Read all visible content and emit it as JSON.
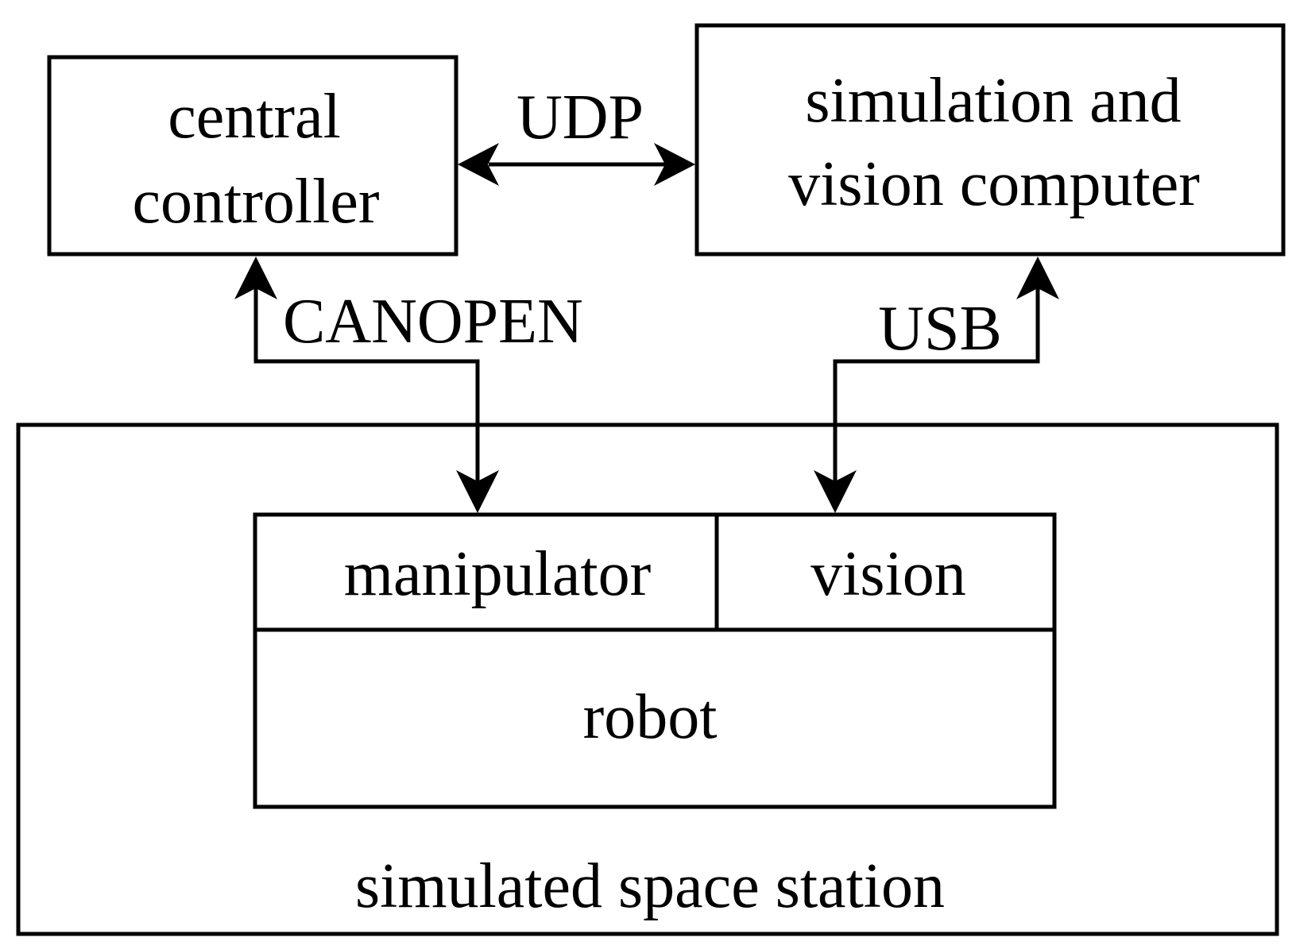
{
  "nodes": {
    "central_controller": {
      "line1": "central",
      "line2": "controller"
    },
    "simulation_vision_computer": {
      "line1": "simulation and",
      "line2": "vision computer"
    },
    "simulated_space_station": {
      "label": "simulated space station"
    },
    "manipulator": {
      "label": "manipulator"
    },
    "vision": {
      "label": "vision"
    },
    "robot": {
      "label": "robot"
    }
  },
  "edges": {
    "udp": {
      "label": "UDP",
      "direction": "bidirectional"
    },
    "canopen": {
      "label": "CANOPEN",
      "direction": "bidirectional"
    },
    "usb": {
      "label": "USB",
      "direction": "bidirectional"
    }
  },
  "colors": {
    "stroke": "#000000",
    "background": "#ffffff"
  }
}
